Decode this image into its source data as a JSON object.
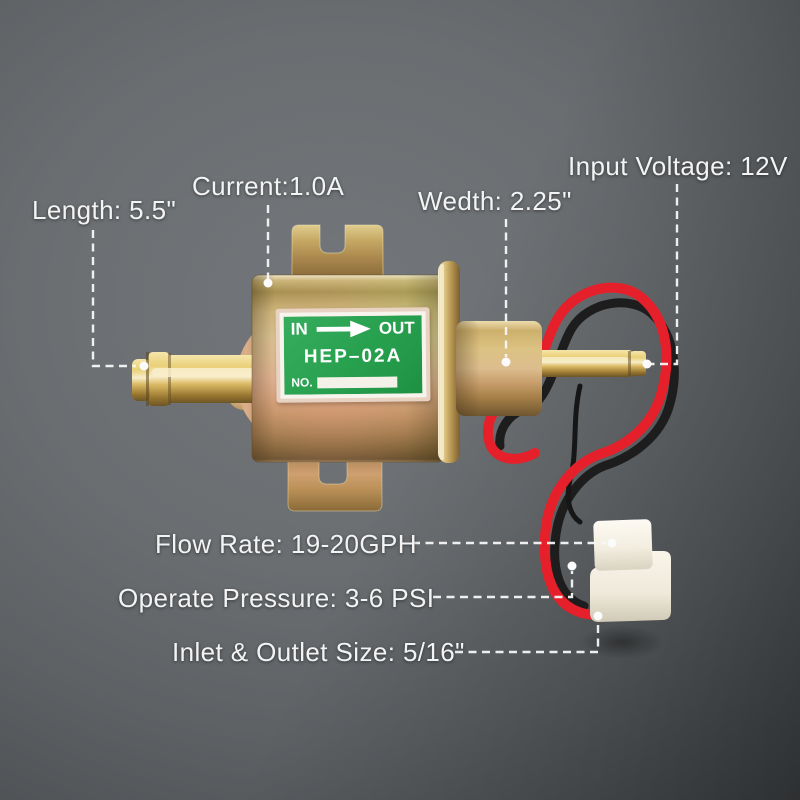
{
  "scene": {
    "description": "Annotated product photo of a gold inline electric fuel pump with red and black wires and white plug connector on gray studio background"
  },
  "pump_sticker": {
    "in": "IN",
    "out": "OUT",
    "model": "HEP–02A",
    "no_prefix": "NO.",
    "arrow_icon": "right-arrow"
  },
  "annotations": {
    "length": "Length: 5.5\"",
    "current": "Current:1.0A",
    "width": "Wedth: 2.25\"",
    "input_voltage": "Input Voltage: 12V",
    "flow_rate": "Flow Rate: 19-20GPH",
    "operate_pressure": "Operate Pressure: 3-6 PSI",
    "inlet_outlet_size": "Inlet & Outlet Size: 5/16\""
  },
  "colors": {
    "sticker_green": "#27a04e",
    "annotation_text": "#f3f3f3",
    "callout_line": "#f7f7f7",
    "wire_red": "#e6202a",
    "wire_black": "#1d1d1d",
    "brass_body": "#d8c792",
    "connector_white": "#f3eee0",
    "background_gray": "#5d6164"
  }
}
